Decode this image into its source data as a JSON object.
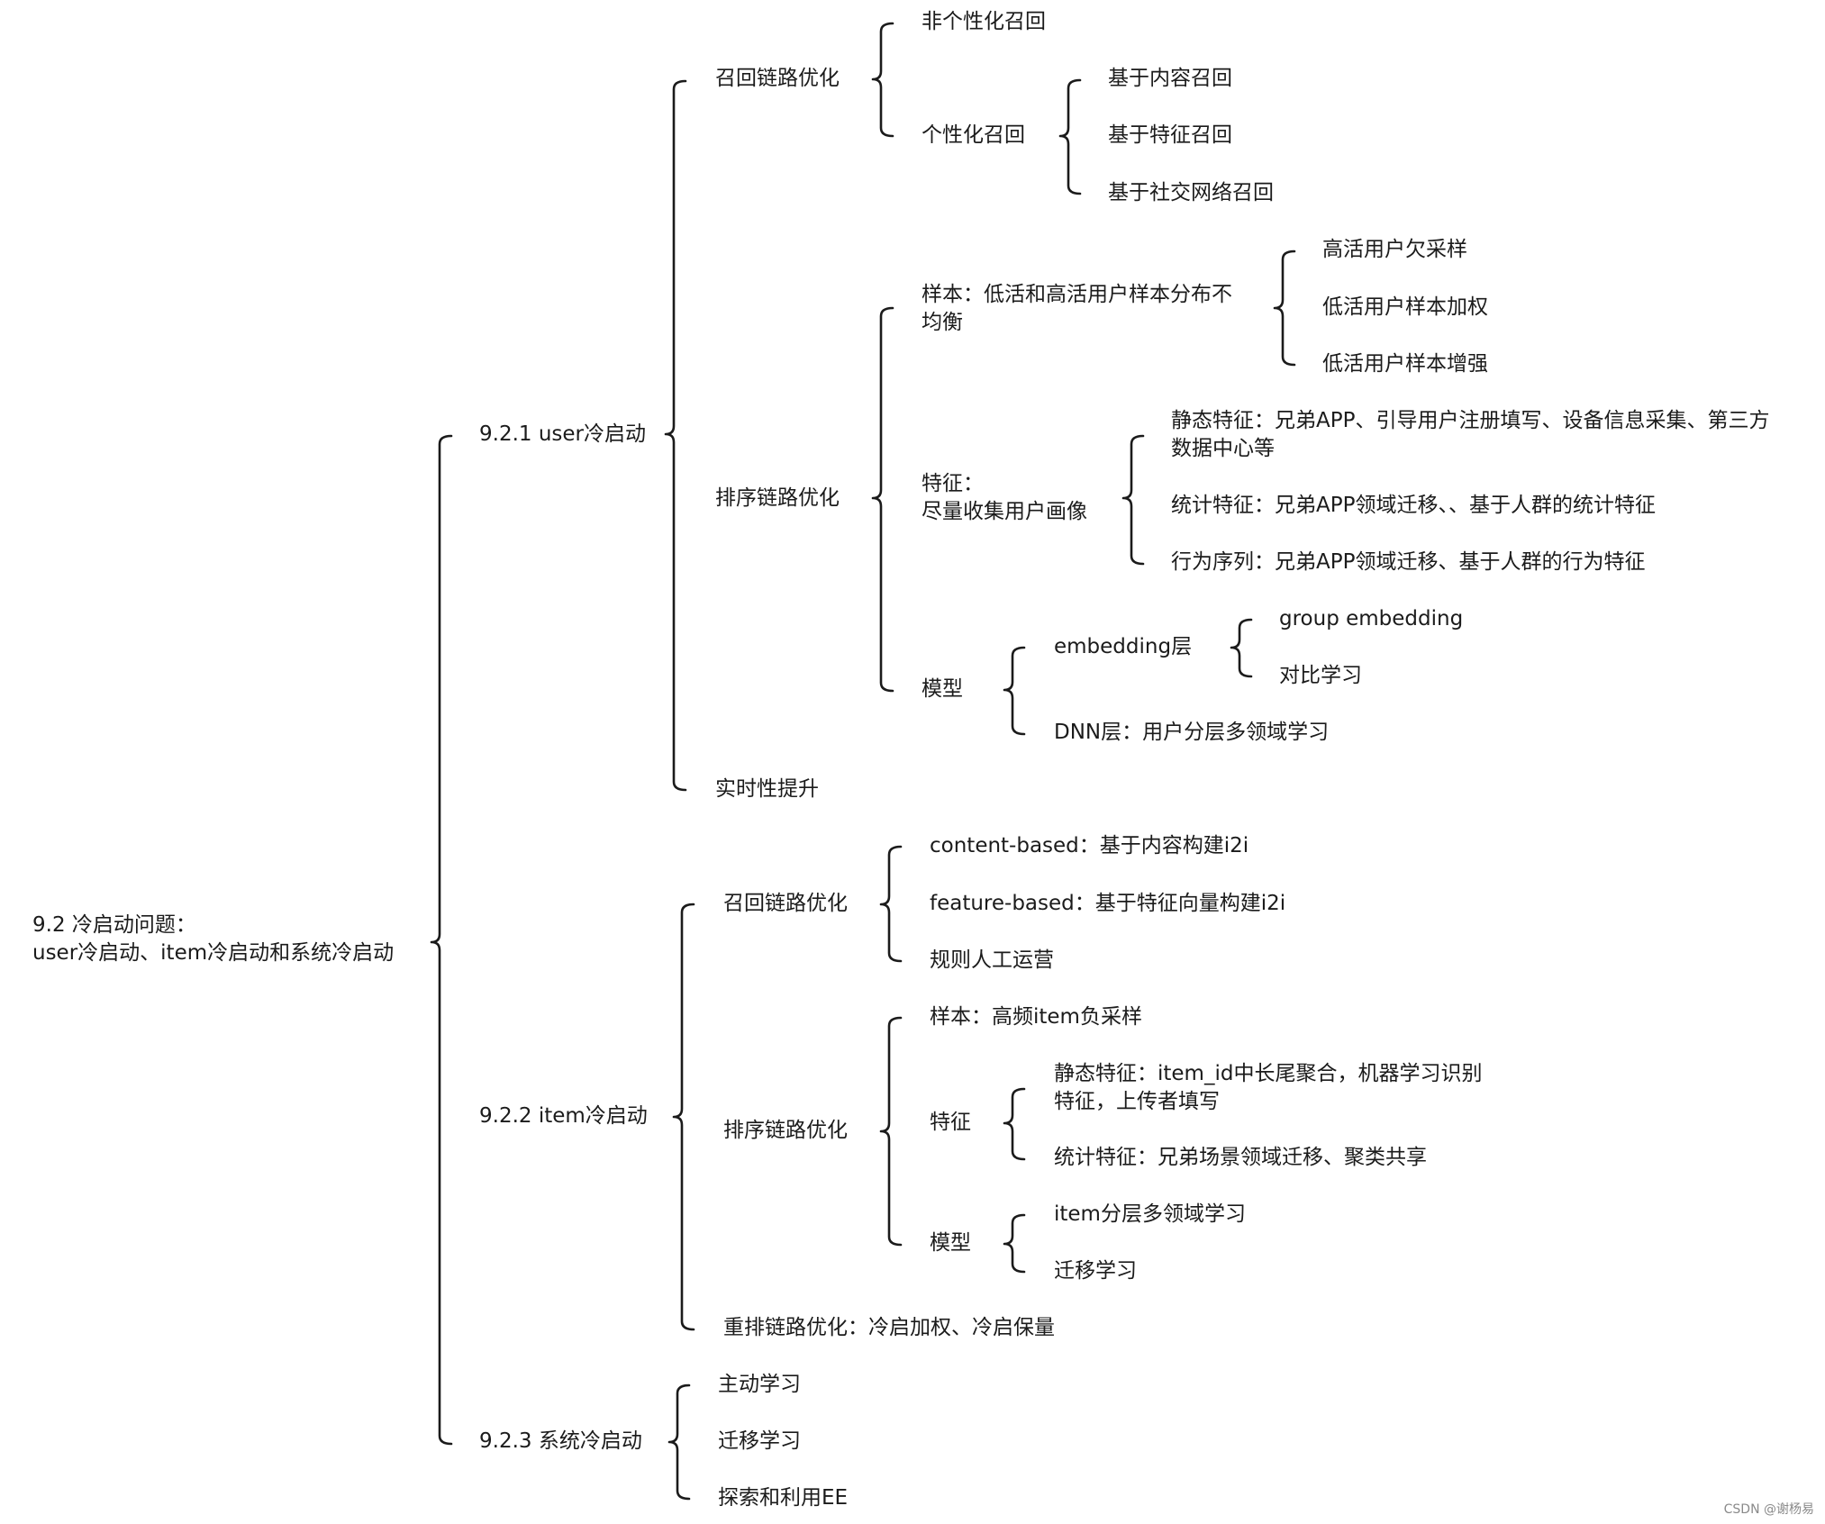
{
  "root": {
    "line1": "9.2 冷启动问题：",
    "line2": "user冷启动、item冷启动和系统冷启动"
  },
  "user": {
    "label": "9.2.1 user冷启动",
    "recall": {
      "label": "召回链路优化",
      "non_personal": "非个性化召回",
      "personal": {
        "label": "个性化召回",
        "items": [
          "基于内容召回",
          "基于特征召回",
          "基于社交网络召回"
        ]
      }
    },
    "rank": {
      "label": "排序链路优化",
      "sample": {
        "label": "样本：低活和高活用户样本分布不均衡",
        "items": [
          "高活用户欠采样",
          "低活用户样本加权",
          "低活用户样本增强"
        ]
      },
      "feature": {
        "line1": "特征：",
        "line2": "尽量收集用户画像",
        "items": [
          "静态特征：兄弟APP、引导用户注册填写、设备信息采集、第三方数据中心等",
          "统计特征：兄弟APP领域迁移、、基于人群的统计特征",
          "行为序列：兄弟APP领域迁移、基于人群的行为特征"
        ]
      },
      "model": {
        "label": "模型",
        "embedding": {
          "label": "embedding层",
          "items": [
            "group embedding",
            "对比学习"
          ]
        },
        "dnn": "DNN层：用户分层多领域学习"
      }
    },
    "realtime": "实时性提升"
  },
  "item": {
    "label": "9.2.2 item冷启动",
    "recall": {
      "label": "召回链路优化",
      "items": [
        "content-based：基于内容构建i2i",
        "feature-based：基于特征向量构建i2i",
        "规则人工运营"
      ]
    },
    "rank": {
      "label": "排序链路优化",
      "sample": "样本：高频item负采样",
      "feature": {
        "label": "特征",
        "items": [
          "静态特征：item_id中长尾聚合，机器学习识别特征，上传者填写",
          "统计特征：兄弟场景领域迁移、聚类共享"
        ]
      },
      "model": {
        "label": "模型",
        "items": [
          "item分层多领域学习",
          "迁移学习"
        ]
      }
    },
    "rerank": "重排链路优化：冷启加权、冷启保量"
  },
  "system": {
    "label": "9.2.3 系统冷启动",
    "items": [
      "主动学习",
      "迁移学习",
      "探索和利用EE"
    ]
  },
  "watermark": "CSDN @谢杨易"
}
